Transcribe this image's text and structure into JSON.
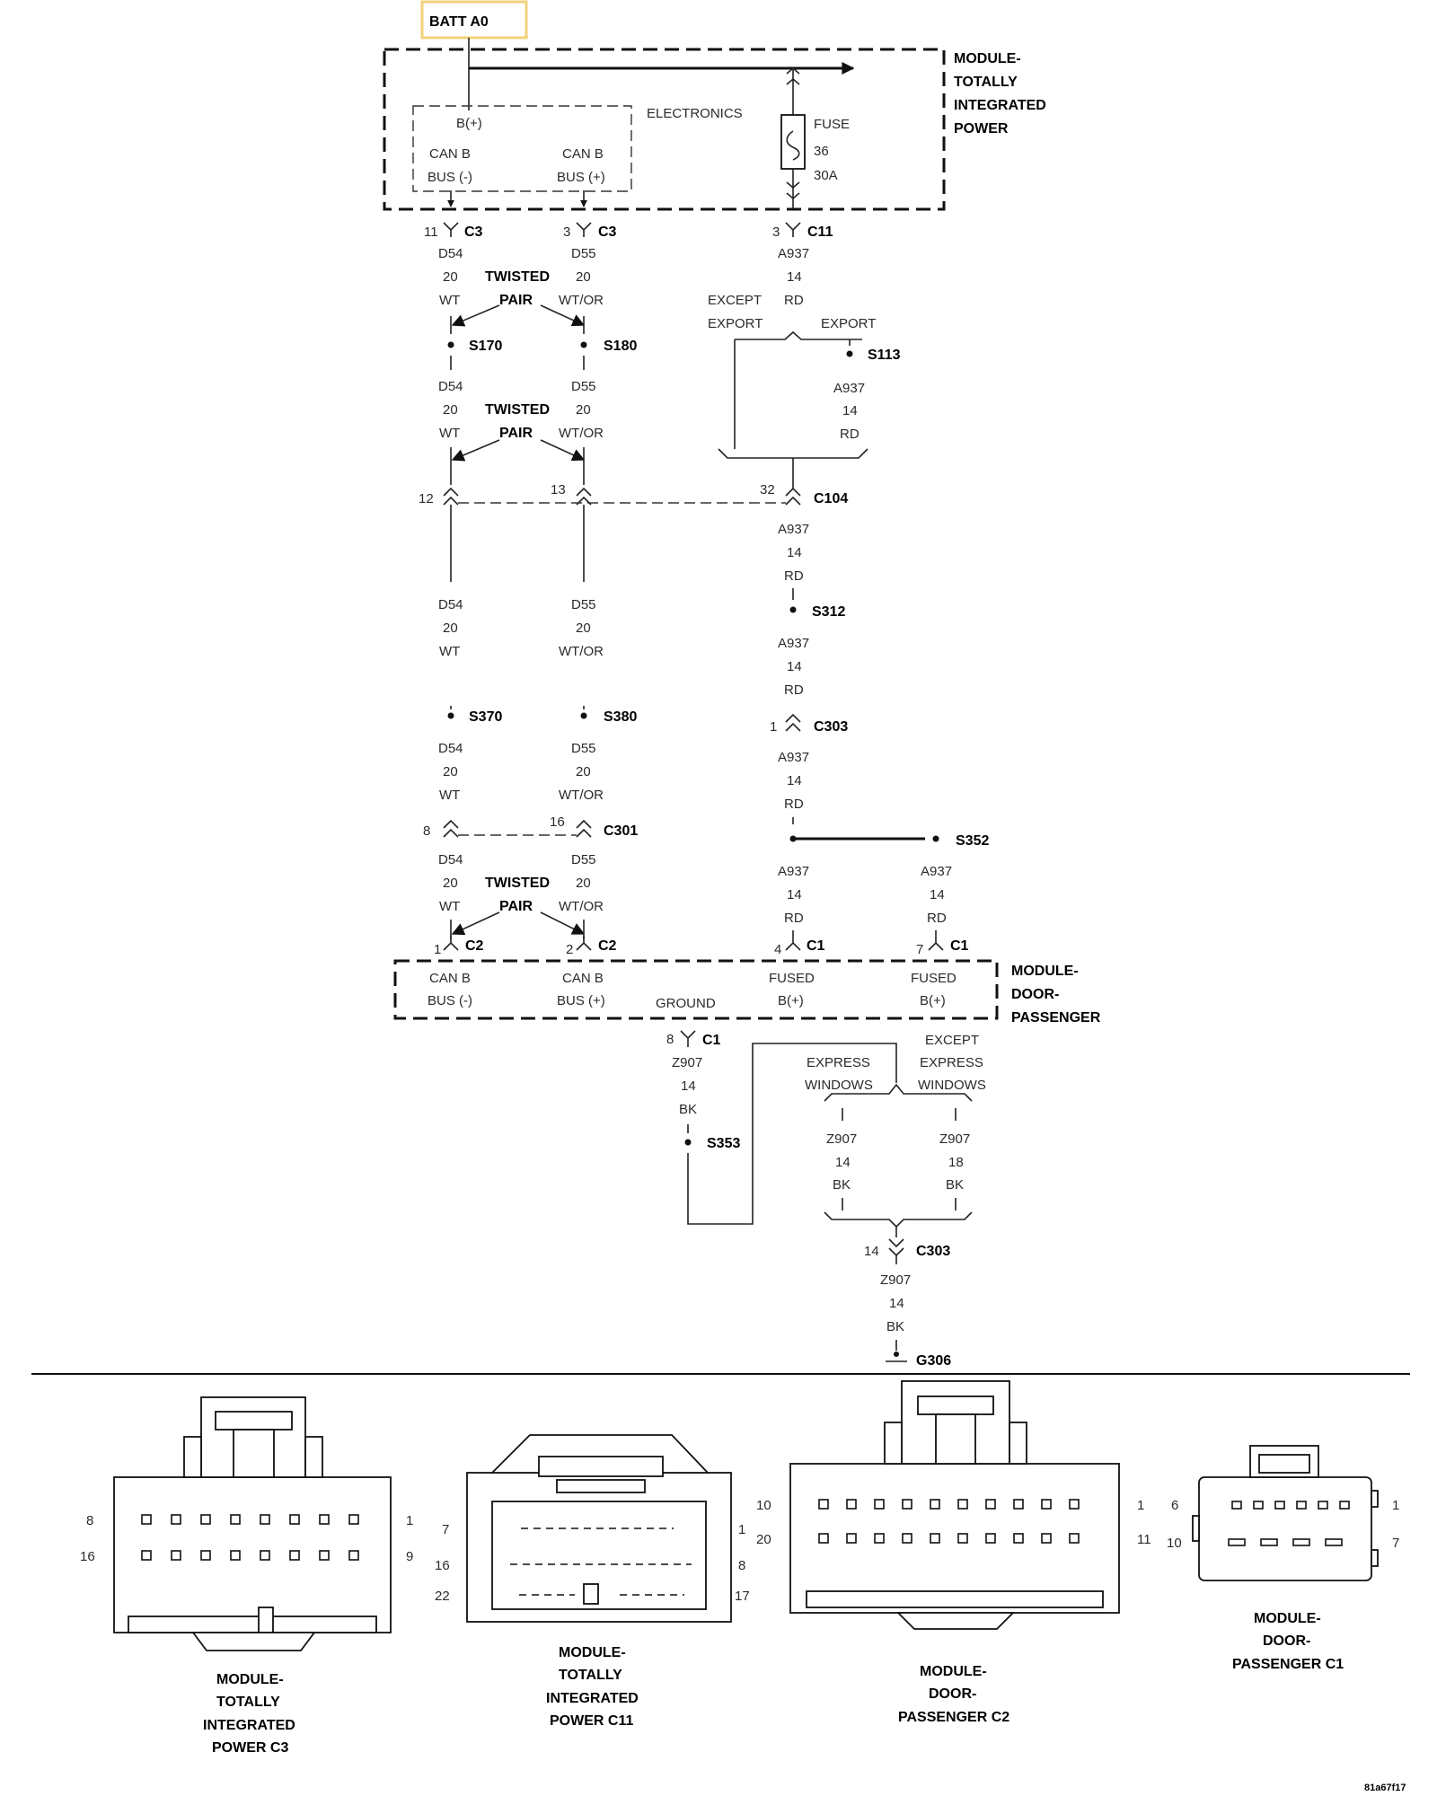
{
  "colors": {
    "battery_box_border": "#f2d27a",
    "line": "#222222"
  },
  "battery": "BATT A0",
  "tipm": {
    "name": [
      "MODULE-",
      "TOTALLY",
      "INTEGRATED",
      "POWER"
    ],
    "electronics": "ELECTRONICS",
    "bplus": "B(+)",
    "canb_minus": [
      "CAN B",
      "BUS (-)"
    ],
    "canb_plus": [
      "CAN B",
      "BUS (+)"
    ],
    "fuse": [
      "FUSE",
      "36",
      "30A"
    ]
  },
  "pins_top": {
    "p11": "11",
    "c3a": "C3",
    "p3": "3",
    "c3b": "C3",
    "p3b": "3",
    "c11": "C11"
  },
  "wire_d54": [
    "D54",
    "20",
    "WT"
  ],
  "wire_d55": [
    "D55",
    "20",
    "WT/OR"
  ],
  "wire_a937": [
    "A937",
    "14",
    "RD"
  ],
  "wire_z907_14": [
    "Z907",
    "14",
    "BK"
  ],
  "wire_z907_18": [
    "Z907",
    "18",
    "BK"
  ],
  "twisted_pair": [
    "TWISTED",
    "PAIR"
  ],
  "except_export": [
    "EXCEPT",
    "EXPORT"
  ],
  "export": "EXPORT",
  "splices": {
    "s170": "S170",
    "s180": "S180",
    "s113": "S113",
    "s312": "S312",
    "s370": "S370",
    "s380": "S380",
    "s352": "S352",
    "s353": "S353"
  },
  "c104": {
    "p12": "12",
    "p13": "13",
    "p32": "32",
    "name": "C104"
  },
  "c303a": {
    "pin": "1",
    "name": "C303"
  },
  "c301": {
    "p8": "8",
    "p16": "16",
    "name": "C301"
  },
  "door_pins": {
    "p1": "1",
    "c2a": "C2",
    "p2": "2",
    "c2b": "C2",
    "p4": "4",
    "c1a": "C1",
    "p7": "7",
    "c1b": "C1"
  },
  "door_module": {
    "name": [
      "MODULE-",
      "DOOR-",
      "PASSENGER"
    ],
    "canb_minus": [
      "CAN B",
      "BUS (-)"
    ],
    "canb_plus": [
      "CAN B",
      "BUS (+)"
    ],
    "ground": "GROUND",
    "fused_bplus": [
      "FUSED",
      "B(+)"
    ]
  },
  "ground_pin": {
    "pin": "8",
    "name": "C1"
  },
  "express_windows": [
    "EXPRESS",
    "WINDOWS"
  ],
  "except_express_windows": [
    "EXCEPT",
    "EXPRESS",
    "WINDOWS"
  ],
  "c303b": {
    "pin": "14",
    "name": "C303"
  },
  "ground_label": "G306",
  "connector_views": [
    {
      "pins": [
        "8",
        "16",
        "1",
        "9"
      ],
      "caption": [
        "MODULE-",
        "TOTALLY",
        "INTEGRATED",
        "POWER C3"
      ]
    },
    {
      "pins": [
        "7",
        "16",
        "22",
        "1",
        "8",
        "17"
      ],
      "caption": [
        "MODULE-",
        "TOTALLY",
        "INTEGRATED",
        "POWER C11"
      ]
    },
    {
      "pins": [
        "10",
        "20",
        "1",
        "11"
      ],
      "caption": [
        "MODULE-",
        "DOOR-",
        "PASSENGER C2"
      ]
    },
    {
      "pins": [
        "6",
        "10",
        "1",
        "7"
      ],
      "caption": [
        "MODULE-",
        "DOOR-",
        "PASSENGER C1"
      ]
    }
  ],
  "figure_id": "81a67f17"
}
